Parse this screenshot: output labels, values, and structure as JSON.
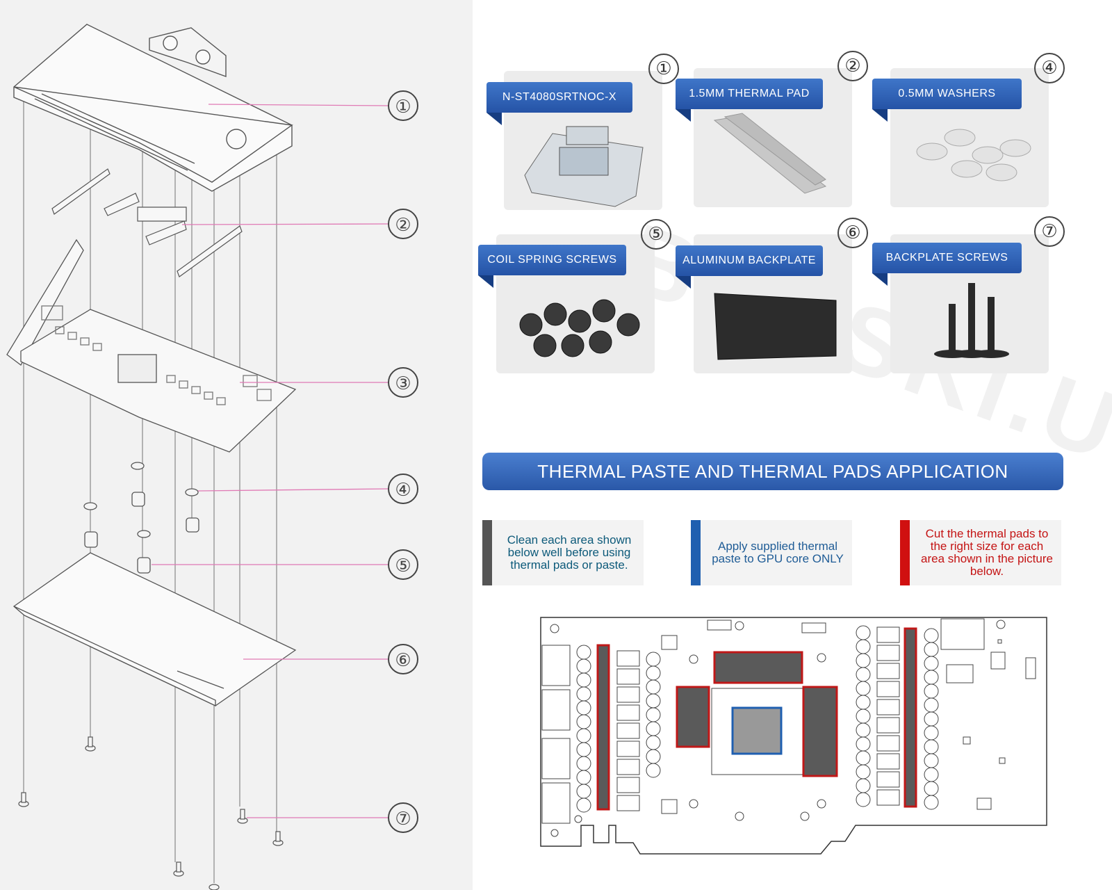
{
  "callouts": [
    "①",
    "②",
    "③",
    "④",
    "⑤",
    "⑥",
    "⑦"
  ],
  "watermark": "BYKSKI.US",
  "parts": [
    {
      "num": "①",
      "label": "N-ST4080SRTNOC-X",
      "icon": "water-block-icon"
    },
    {
      "num": "②",
      "label": "1.5MM THERMAL PAD",
      "icon": "thermal-pad-icon"
    },
    {
      "num": "④",
      "label": "0.5MM WASHERS",
      "icon": "washers-icon"
    },
    {
      "num": "⑤",
      "label": "COIL SPRING SCREWS",
      "icon": "spring-screws-icon"
    },
    {
      "num": "⑥",
      "label": "ALUMINUM BACKPLATE",
      "icon": "backplate-icon"
    },
    {
      "num": "⑦",
      "label": "BACKPLATE SCREWS",
      "icon": "backplate-screws-icon"
    }
  ],
  "banner": "THERMAL PASTE AND THERMAL PADS APPLICATION",
  "notes": [
    {
      "text": "Clean each area shown below well before using thermal pads or paste.",
      "color": "#0d5a7a",
      "bar": "#555555"
    },
    {
      "text": "Apply supplied thermal paste to GPU core ONLY",
      "color": "#1f5c96",
      "bar": "#1f5fb0"
    },
    {
      "text": "Cut the thermal pads to the right size for each area shown in the picture below.",
      "color": "#c41414",
      "bar": "#d01010"
    }
  ],
  "colors": {
    "pad_outline": "#c01818",
    "pad_fill": "#5a5a5a",
    "core_outline": "#1f5fb0",
    "core_fill": "#999999",
    "callout_line": "#e07ab5"
  }
}
